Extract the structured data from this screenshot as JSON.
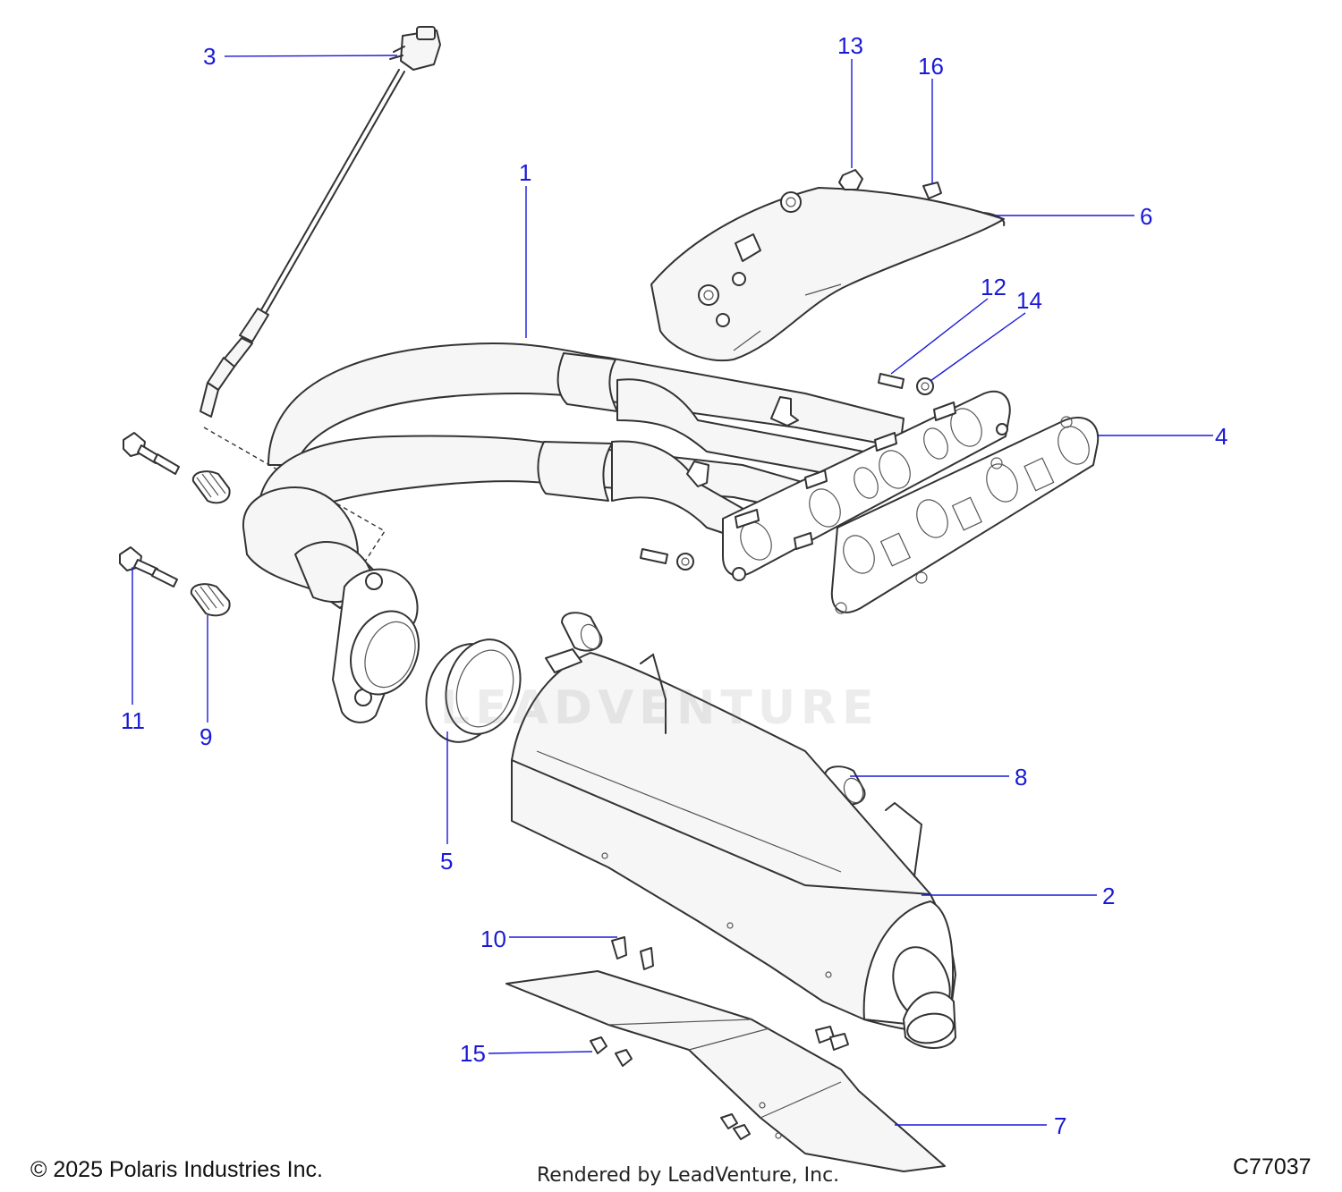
{
  "callouts": [
    {
      "id": "1",
      "label": "1"
    },
    {
      "id": "2",
      "label": "2"
    },
    {
      "id": "3",
      "label": "3"
    },
    {
      "id": "4",
      "label": "4"
    },
    {
      "id": "5",
      "label": "5"
    },
    {
      "id": "6",
      "label": "6"
    },
    {
      "id": "7",
      "label": "7"
    },
    {
      "id": "8",
      "label": "8"
    },
    {
      "id": "9",
      "label": "9"
    },
    {
      "id": "10",
      "label": "10"
    },
    {
      "id": "11",
      "label": "11"
    },
    {
      "id": "12",
      "label": "12"
    },
    {
      "id": "13",
      "label": "13"
    },
    {
      "id": "14",
      "label": "14"
    },
    {
      "id": "15",
      "label": "15"
    },
    {
      "id": "16",
      "label": "16"
    }
  ],
  "footer": {
    "copyright": "© 2025 Polaris Industries Inc.",
    "rendered_by": "Rendered by LeadVenture, Inc.",
    "diagram_code": "C77037"
  },
  "watermark": {
    "text": "LEADVENTURE"
  },
  "colors": {
    "callout": "#1a1ad6",
    "line_art": "#333333",
    "part_fill": "#f6f6f6"
  }
}
